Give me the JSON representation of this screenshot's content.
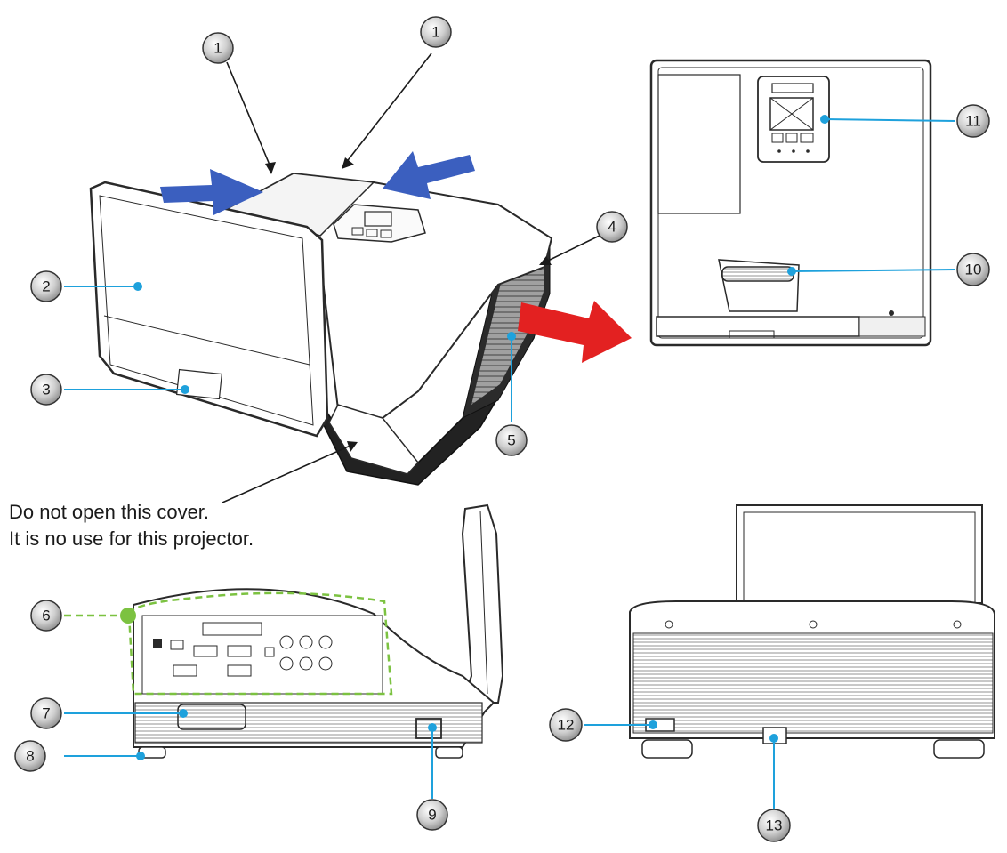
{
  "note_lines": [
    "Do not open this cover.",
    "It is no use for this projector."
  ],
  "callouts": {
    "n1a": "1",
    "n1b": "1",
    "n2": "2",
    "n3": "3",
    "n4": "4",
    "n5": "5",
    "n6": "6",
    "n7": "7",
    "n8": "8",
    "n9": "9",
    "n10": "10",
    "n11": "11",
    "n12": "12",
    "n13": "13"
  },
  "colors": {
    "leader": "#1ea1dc",
    "dot": "#1ea1dc",
    "ports_box": "#7cc241",
    "intake_arrow": "#3b5fbf",
    "exhaust_arrow": "#e32121",
    "outline": "#2a2a2a",
    "dark_body": "#1f1f1f"
  },
  "icons": {
    "intake": "blue-arrow-icon",
    "exhaust": "red-arrow-icon"
  }
}
